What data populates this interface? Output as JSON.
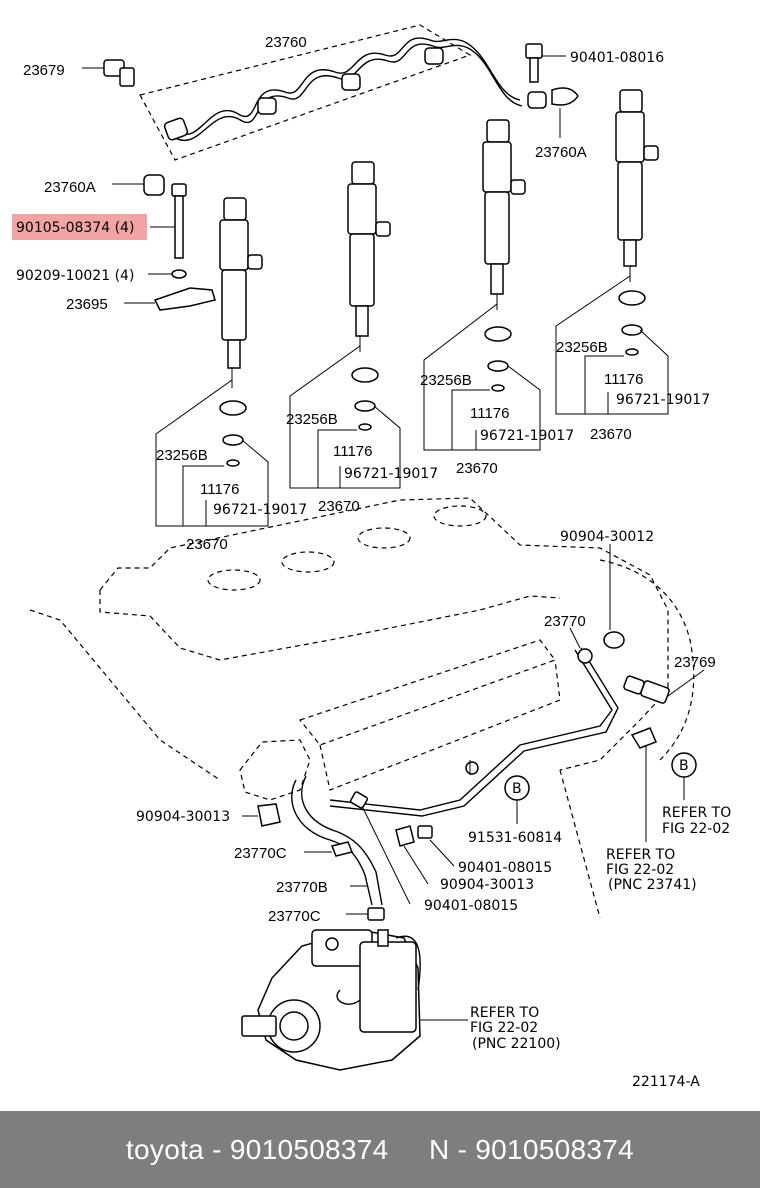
{
  "diagram": {
    "labels": {
      "p23760": "23760",
      "p23679": "23679",
      "p90401_08016": "90401-08016",
      "p23760A_left": "23760A",
      "p23760A_right": "23760A",
      "p90105_08374": "90105-08374 (4)",
      "p90209_10021": "90209-10021 (4)",
      "p23695": "23695",
      "g1_23256B": "23256B",
      "g1_11176": "11176",
      "g1_96721": "96721-19017",
      "g1_23670": "23670",
      "g2_23256B": "23256B",
      "g2_11176": "11176",
      "g2_96721": "96721-19017",
      "g2_23670": "23670",
      "g3_23256B": "23256B",
      "g3_11176": "11176",
      "g3_96721": "96721-19017",
      "g3_23670": "23670",
      "g4_23256B": "23256B",
      "g4_11176": "11176",
      "g4_96721": "96721-19017",
      "g4_23670": "23670",
      "p90904_30012": "90904-30012",
      "p23770": "23770",
      "p23769": "23769",
      "p90904_30013_left": "90904-30013",
      "p91531_60814": "91531-60814",
      "p23770C_top": "23770C",
      "p90401_08015_a": "90401-08015",
      "p23770B": "23770B",
      "p90904_30013_right": "90904-30013",
      "p23770C_bottom": "23770C",
      "p90401_08015_b": "90401-08015",
      "ref1_line1": "REFER TO",
      "ref1_line2": "FIG 22-02",
      "ref2_line1": "REFER TO",
      "ref2_line2": "FIG 22-02",
      "ref2_line3": "(PNC 23741)",
      "ref3_line1": "REFER TO",
      "ref3_line2": "FIG 22-02",
      "ref3_line3": "(PNC 22100)",
      "callout_b1": "B",
      "callout_b2": "B",
      "figure_id": "221174-A"
    },
    "highlight_color": "#f2a3a3"
  },
  "footer": {
    "brand": "toyota",
    "sep1": " - ",
    "part_number": "9010508374",
    "gap": "     ",
    "n_label": "N",
    "sep2": " - ",
    "part_number_2": "9010508374",
    "background": "#7e7e7e"
  }
}
